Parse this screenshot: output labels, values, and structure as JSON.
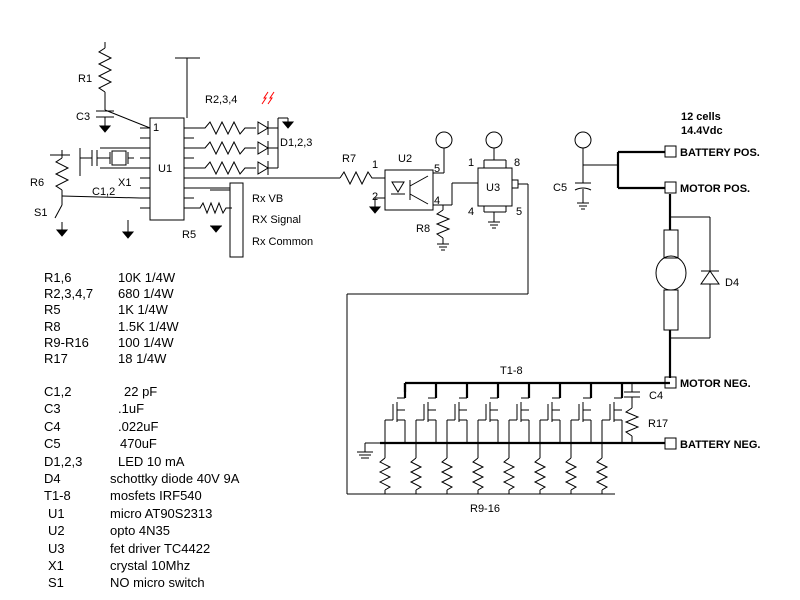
{
  "labels": {
    "r1": "R1",
    "c3": "C3",
    "r6": "R6",
    "s1": "S1",
    "c12": "C1,2",
    "x1": "X1",
    "u1": "U1",
    "u1_pin1": "1",
    "r234": "R2,3,4",
    "d123": "D1,2,3",
    "r5": "R5",
    "rx_vb": "Rx VB",
    "rx_signal": "RX Signal",
    "rx_common": "Rx Common",
    "r7": "R7",
    "u2": "U2",
    "u2_pin1": "1",
    "u2_pin2": "2",
    "u2_pin4": "4",
    "u2_pin5": "5",
    "r8": "R8",
    "u3": "U3",
    "u3_pin1": "1",
    "u3_pin8": "8",
    "u3_pin4": "4",
    "u3_pin5": "5",
    "c5": "C5",
    "cells": "12 cells",
    "voltage": "14.4Vdc",
    "battery_pos": "BATTERY POS.",
    "motor_pos": "MOTOR POS.",
    "d4": "D4",
    "t18": "T1-8",
    "motor_neg": "MOTOR NEG.",
    "c4": "C4",
    "r17": "R17",
    "battery_neg": "BATTERY NEG.",
    "r916": "R9-16"
  },
  "parts_list": {
    "resistors": [
      {
        "ref": "R1,6",
        "value": "10K  1/4W"
      },
      {
        "ref": "R2,3,4,7",
        "value": "680   1/4W"
      },
      {
        "ref": "R5",
        "value": "1K    1/4W"
      },
      {
        "ref": "R8",
        "value": "1.5K 1/4W"
      },
      {
        "ref": "R9-R16",
        "value": "100  1/4W"
      },
      {
        "ref": "R17",
        "value": "18    1/4W"
      }
    ],
    "components": [
      {
        "ref": "C1,2",
        "value": "22 pF"
      },
      {
        "ref": "C3",
        "value": ".1uF"
      },
      {
        "ref": "C4",
        "value": ".022uF"
      },
      {
        "ref": "C5",
        "value": "470uF"
      },
      {
        "ref": "D1,2,3",
        "value": "LED 10 mA"
      },
      {
        "ref": "D4",
        "value": "schottky diode 40V 9A"
      },
      {
        "ref": "T1-8",
        "value": "mosfets     IRF540"
      },
      {
        "ref": "U1",
        "value": "micro       AT90S2313"
      },
      {
        "ref": "U2",
        "value": "opto         4N35"
      },
      {
        "ref": "U3",
        "value": "fet driver TC4422"
      },
      {
        "ref": "X1",
        "value": "crystal 10Mhz"
      },
      {
        "ref": "S1",
        "value": "NO micro switch"
      }
    ]
  },
  "colors": {
    "ink": "#000000",
    "led_light": "#ff0000",
    "background": "#ffffff"
  }
}
